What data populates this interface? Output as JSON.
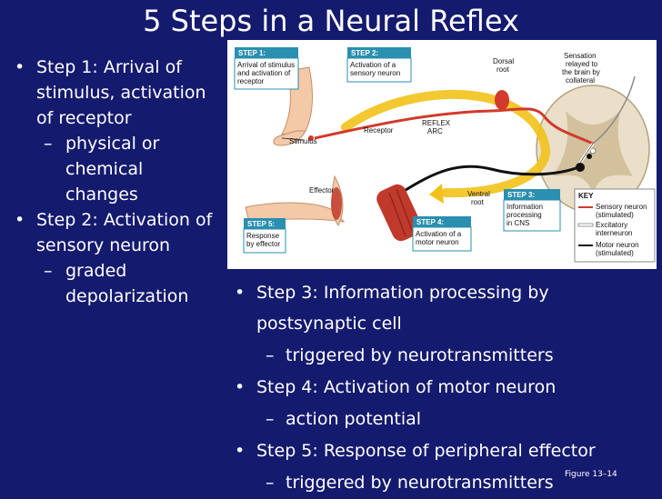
{
  "slide": {
    "title": "5 Steps in a Neural Reflex",
    "left_bullets": [
      {
        "text": "Step 1: Arrival of stimulus, activation of receptor",
        "sub": "physical or chemical changes"
      },
      {
        "text": "Step 2: Activation of sensory neuron",
        "sub": "graded depolarization"
      }
    ],
    "bottom_bullets": [
      {
        "text": "Step 3: Information processing by postsynaptic cell",
        "sub": "triggered by neurotransmitters"
      },
      {
        "text": "Step 4: Activation of motor neuron",
        "sub": "action potential"
      },
      {
        "text": "Step 5: Response of peripheral effector",
        "sub": "triggered by neurotransmitters"
      }
    ],
    "figure_ref": "Figure 13–14"
  },
  "figure": {
    "steps": [
      {
        "head": "STEP 1:",
        "line1": "Arrival of stimulus",
        "line2": "and activation of",
        "line3": "receptor"
      },
      {
        "head": "STEP 2:",
        "line1": "Activation of a",
        "line2": "sensory neuron",
        "line3": ""
      },
      {
        "head": "STEP 3:",
        "line1": "Information",
        "line2": "processing",
        "line3": "in CNS"
      },
      {
        "head": "STEP 4:",
        "line1": "Activation of a",
        "line2": "motor neuron",
        "line3": ""
      },
      {
        "head": "STEP 5:",
        "line1": "Response",
        "line2": "by effector",
        "line3": ""
      }
    ],
    "labels": {
      "dorsal_root_1": "Dorsal",
      "dorsal_root_2": "root",
      "sensation_1": "Sensation",
      "sensation_2": "relayed to",
      "sensation_3": "the brain by",
      "sensation_4": "collateral",
      "reflex_arc_1": "REFLEX",
      "reflex_arc_2": "ARC",
      "receptor": "Receptor",
      "stimulus": "Stimulus",
      "effector": "Effector",
      "ventral_root_1": "Ventral",
      "ventral_root_2": "root"
    },
    "key": {
      "title": "KEY",
      "items": [
        {
          "line1": "Sensory neuron",
          "line2": "(stimulated)",
          "color": "#d23a2a"
        },
        {
          "line1": "Excitatory",
          "line2": "interneuron",
          "color": "#ffffff"
        },
        {
          "line1": "Motor neuron",
          "line2": "(stimulated)",
          "color": "#111111"
        }
      ]
    },
    "colors": {
      "step_box": "#2a8fb0",
      "sensory": "#d23a2a",
      "motor": "#111111",
      "arc": "#f2c21a",
      "skin": "#f3c9a8",
      "cord": "#eadfc8"
    }
  }
}
